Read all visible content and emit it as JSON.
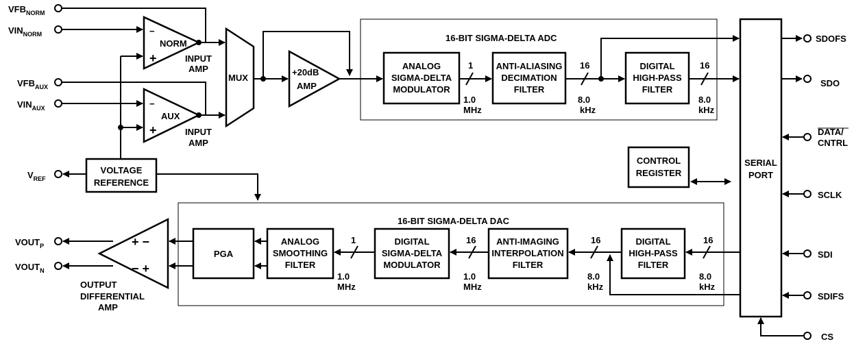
{
  "pins_left": {
    "vfb_norm": {
      "main": "VFB",
      "sub": "NORM"
    },
    "vin_norm": {
      "main": "VIN",
      "sub": "NORM"
    },
    "vfb_aux": {
      "main": "VFB",
      "sub": "AUX"
    },
    "vin_aux": {
      "main": "VIN",
      "sub": "AUX"
    },
    "vref": {
      "main": "V",
      "sub": "REF"
    },
    "voutp": {
      "main": "VOUT",
      "sub": "P"
    },
    "voutn": {
      "main": "VOUT",
      "sub": "N"
    }
  },
  "pins_right": {
    "sdofs": "SDOFS",
    "sdo": "SDO",
    "data_cntrl_1": "DATA/",
    "data_cntrl_2": "CNTRL",
    "sclk": "SCLK",
    "sdi": "SDI",
    "sdifs": "SDIFS",
    "cs": "CS"
  },
  "amps": {
    "norm": "NORM",
    "aux": "AUX",
    "input_amp_1": "INPUT",
    "input_amp_2": "AMP",
    "gain_1": "+20dB",
    "gain_2": "AMP",
    "minus": "−",
    "plus": "+",
    "out_top": "+ −",
    "out_bot": "− +",
    "out_label_1": "OUTPUT",
    "out_label_2": "DIFFERENTIAL",
    "out_label_3": "AMP"
  },
  "mux": "MUX",
  "adc": {
    "title": "16-BIT SIGMA-DELTA ADC",
    "modulator": [
      "ANALOG",
      "SIGMA-DELTA",
      "MODULATOR"
    ],
    "decimation": [
      "ANTI-ALIASING",
      "DECIMATION",
      "FILTER"
    ],
    "highpass": [
      "DIGITAL",
      "HIGH-PASS",
      "FILTER"
    ],
    "bus1": "1",
    "rate1": [
      "1.0",
      "MHz"
    ],
    "bus2": "16",
    "rate2": [
      "8.0",
      "kHz"
    ],
    "bus3": "16",
    "rate3": [
      "8.0",
      "kHz"
    ]
  },
  "dac": {
    "title": "16-BIT SIGMA-DELTA DAC",
    "pga": "PGA",
    "smoothing": [
      "ANALOG",
      "SMOOTHING",
      "FILTER"
    ],
    "modulator": [
      "DIGITAL",
      "SIGMA-DELTA",
      "MODULATOR"
    ],
    "interpolation": [
      "ANTI-IMAGING",
      "INTERPOLATION",
      "FILTER"
    ],
    "highpass": [
      "DIGITAL",
      "HIGH-PASS",
      "FILTER"
    ],
    "bus1": "1",
    "rate1": [
      "1.0",
      "MHz"
    ],
    "bus2": "16",
    "rate2": [
      "1.0",
      "MHz"
    ],
    "bus3": "16",
    "rate3": [
      "8.0",
      "kHz"
    ],
    "bus4": "16",
    "rate4": [
      "8.0",
      "kHz"
    ]
  },
  "voltage_reference": [
    "VOLTAGE",
    "REFERENCE"
  ],
  "control_register": [
    "CONTROL",
    "REGISTER"
  ],
  "serial_port": [
    "SERIAL",
    "PORT"
  ]
}
